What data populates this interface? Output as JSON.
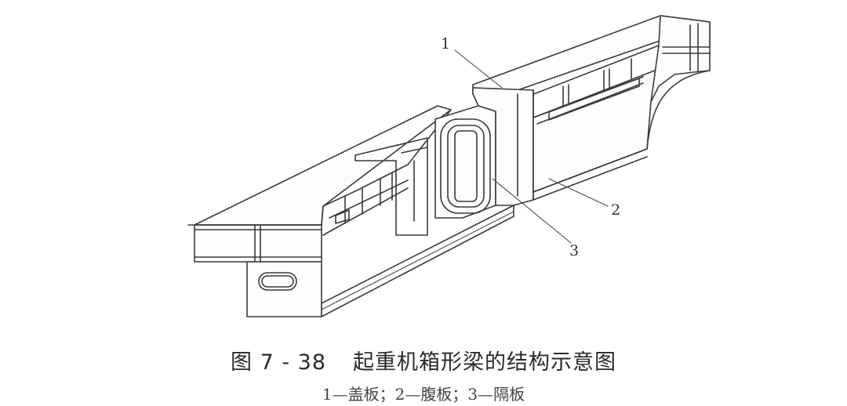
{
  "figure": {
    "callouts": [
      "1",
      "2",
      "3"
    ],
    "caption_number": "图 7 - 38",
    "caption_title": "起重机箱形梁的结构示意图",
    "legend": "1—盖板；2—腹板；3—隔板"
  },
  "colors": {
    "line": "#3a3a3a",
    "text": "#2a2a2a"
  }
}
